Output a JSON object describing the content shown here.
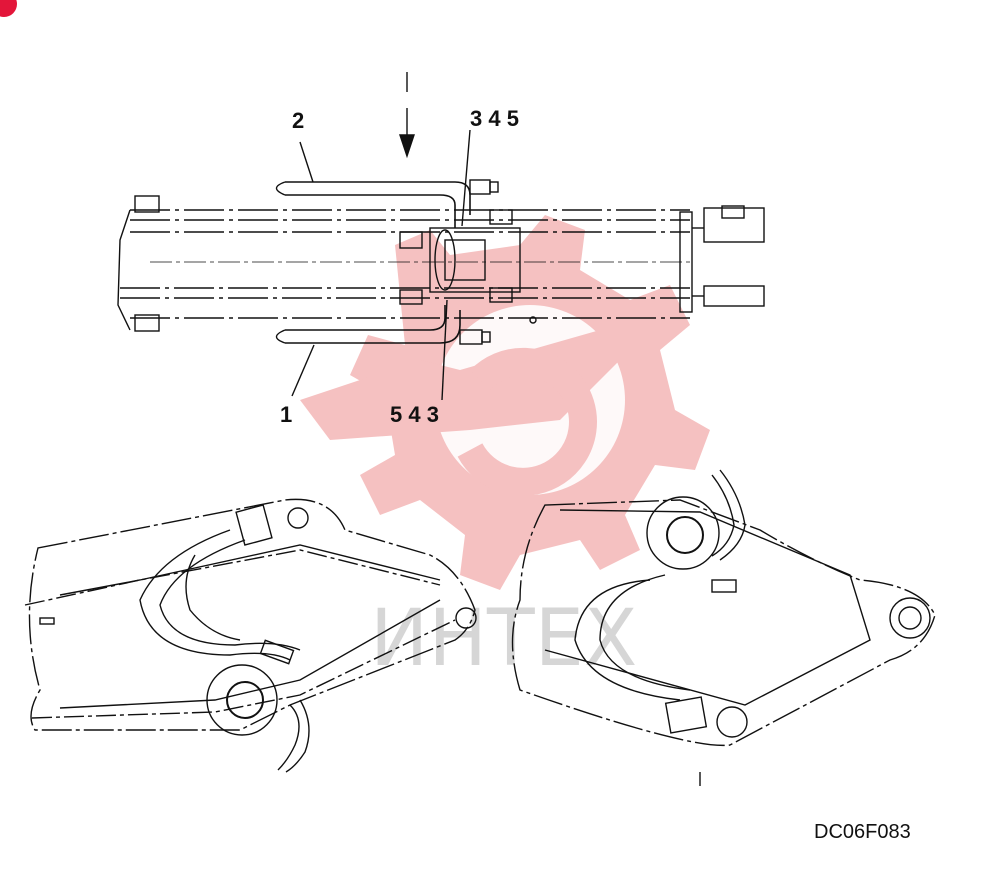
{
  "callouts": {
    "top_upper_label": "2",
    "top_upper_group": "3 4 5",
    "top_lower_label": "1",
    "top_lower_group": "5 4 3"
  },
  "drawing_code": "DC06F083",
  "watermark_text": "ИНТЕХ",
  "colors": {
    "line": "#111111",
    "watermark_red": "#f0a6a6",
    "watermark_gray": "#c9c9c9",
    "corner_badge": "#e3163a"
  }
}
